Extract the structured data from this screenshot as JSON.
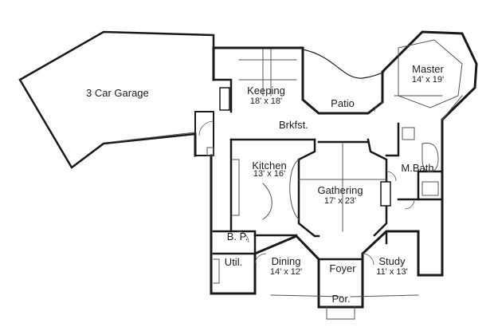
{
  "rooms": {
    "garage": {
      "name": "3 Car Garage"
    },
    "keeping": {
      "name": "Keeping",
      "size": "18' x 18'"
    },
    "brkfst": {
      "name": "Brkfst."
    },
    "patio": {
      "name": "Patio"
    },
    "master": {
      "name": "Master",
      "size": "14' x 19'"
    },
    "kitchen": {
      "name": "Kitchen",
      "size": "13' x 16'"
    },
    "mbath": {
      "name": "M.Bath"
    },
    "gathering": {
      "name": "Gathering",
      "size": "17' x 23'"
    },
    "bp": {
      "name": "B. P."
    },
    "util": {
      "name": "Util."
    },
    "dining": {
      "name": "Dining",
      "size": "14' x 12'"
    },
    "foyer": {
      "name": "Foyer"
    },
    "study": {
      "name": "Study",
      "size": "11' x 13'"
    },
    "por": {
      "name": "Por."
    }
  },
  "colors": {
    "wall": "#1a1a1a",
    "thin": "#555555",
    "background": "#ffffff"
  }
}
